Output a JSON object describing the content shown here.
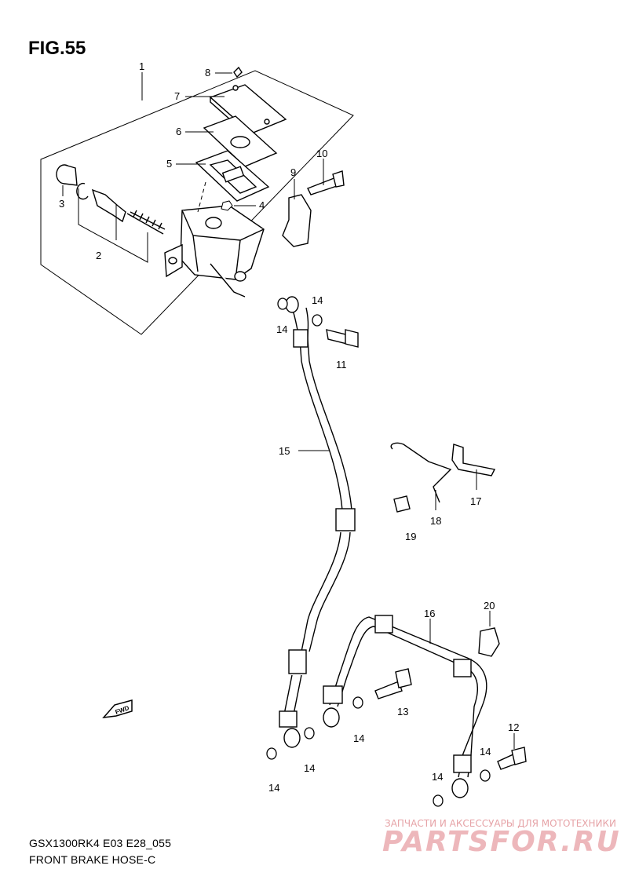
{
  "figure": {
    "title": "FIG.55",
    "model_code": "GSX1300RK4 E03 E28_055",
    "caption": "FRONT BRAKE HOSE-C"
  },
  "parts": [
    {
      "ref": "1"
    },
    {
      "ref": "2"
    },
    {
      "ref": "3"
    },
    {
      "ref": "4"
    },
    {
      "ref": "5"
    },
    {
      "ref": "6"
    },
    {
      "ref": "7"
    },
    {
      "ref": "8"
    },
    {
      "ref": "9"
    },
    {
      "ref": "10"
    },
    {
      "ref": "11"
    },
    {
      "ref": "12"
    },
    {
      "ref": "13"
    },
    {
      "ref": "14"
    },
    {
      "ref": "15"
    },
    {
      "ref": "16"
    },
    {
      "ref": "17"
    },
    {
      "ref": "18"
    },
    {
      "ref": "19"
    },
    {
      "ref": "20"
    }
  ],
  "fwd_badge": "FWD",
  "watermark": {
    "line1": "ЗАПЧАСТИ И АКСЕССУАРЫ ДЛЯ МОТОТЕХНИКИ",
    "line2": "PARTSFOR.RU"
  }
}
